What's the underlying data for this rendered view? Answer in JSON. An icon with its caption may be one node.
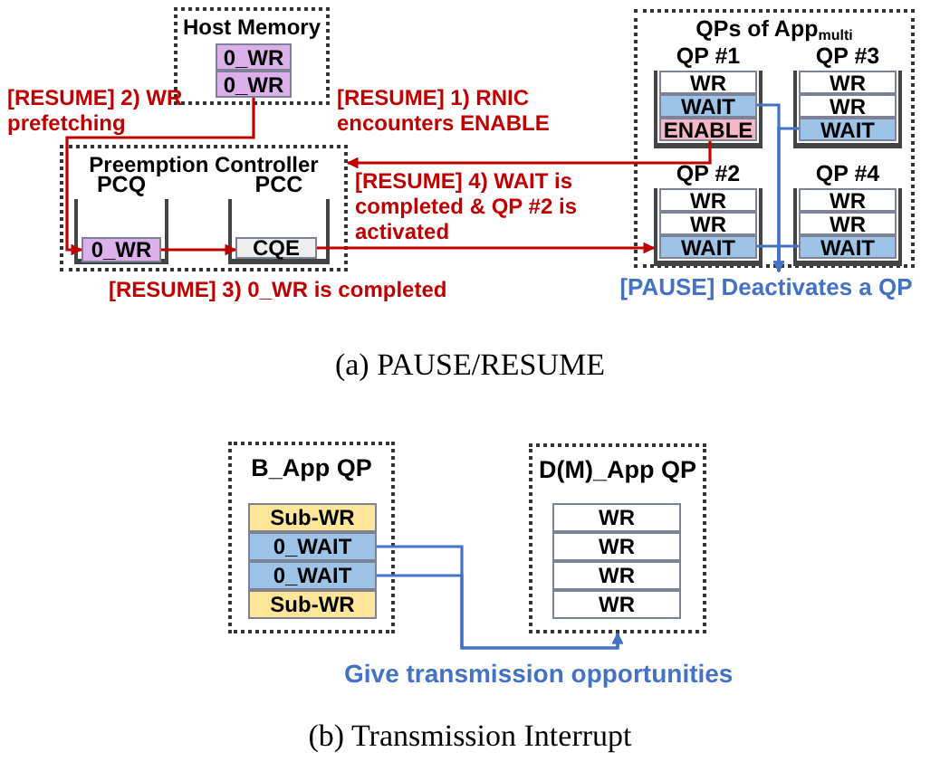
{
  "diagram": {
    "nodes": [
      {
        "text": [
          "Host Memory"
        ]
      },
      {
        "text": [
          "0_WR"
        ],
        "in": 0
      },
      {
        "text": [
          "0_WR"
        ],
        "in": 0
      },
      {
        "text": [
          "Preemption Controller"
        ]
      },
      {
        "text": [
          "PCQ"
        ],
        "in": 3
      },
      {
        "text": [
          "0_WR"
        ],
        "in": 4
      },
      {
        "text": [
          "PCC"
        ],
        "in": 3
      },
      {
        "text": [
          "CQE"
        ],
        "in": 6
      },
      {
        "text": [
          "QPs of App$_{multi}$"
        ]
      },
      {
        "text": [
          "QP #1"
        ],
        "in": 8
      },
      {
        "text": [
          "WR"
        ],
        "in": 9
      },
      {
        "text": [
          "WAIT"
        ],
        "in": 9
      },
      {
        "text": [
          "ENABLE"
        ],
        "in": 9
      },
      {
        "text": [
          "QP #3"
        ],
        "in": 8
      },
      {
        "text": [
          "WR"
        ],
        "in": 13
      },
      {
        "text": [
          "WR"
        ],
        "in": 13
      },
      {
        "text": [
          "WAIT"
        ],
        "in": 13
      },
      {
        "text": [
          "QP #2"
        ],
        "in": 8
      },
      {
        "text": [
          "WR"
        ],
        "in": 17
      },
      {
        "text": [
          "WR"
        ],
        "in": 17
      },
      {
        "text": [
          "WAIT"
        ],
        "in": 17
      },
      {
        "text": [
          "QP #4"
        ],
        "in": 8
      },
      {
        "text": [
          "WR"
        ],
        "in": 21
      },
      {
        "text": [
          "WR"
        ],
        "in": 21
      },
      {
        "text": [
          "WAIT"
        ],
        "in": 21
      },
      {
        "text": [
          "[PAUSE] Deactivates a QP"
        ]
      },
      {
        "text": [
          "B_App QP"
        ]
      },
      {
        "text": [
          "Sub-WR"
        ],
        "in": 26
      },
      {
        "text": [
          "0_WAIT"
        ],
        "in": 26
      },
      {
        "text": [
          "0_WAIT"
        ],
        "in": 26
      },
      {
        "text": [
          "Sub-WR"
        ],
        "in": 26
      },
      {
        "text": [
          "D(M)_App QP"
        ]
      },
      {
        "text": [
          "WR"
        ],
        "in": 31
      },
      {
        "text": [
          "WR"
        ],
        "in": 31
      },
      {
        "text": [
          "WR"
        ],
        "in": 31
      },
      {
        "text": [
          "WR"
        ],
        "in": 31
      }
    ],
    "edges": [
      {
        "from": 12,
        "to": 3,
        "arrow": "to",
        "label": "[RESUME] 1) RNIC encounters ENABLE",
        "color": "#c00000"
      },
      {
        "from": 2,
        "to": 5,
        "arrow": "to",
        "label": "[RESUME] 2) WR prefetching",
        "color": "#c00000"
      },
      {
        "from": 5,
        "to": 7,
        "arrow": "to",
        "label": "[RESUME] 3) 0_WR is completed",
        "color": "#c00000"
      },
      {
        "from": 7,
        "to": 17,
        "arrow": "to",
        "label": "[RESUME] 4) WAIT is completed & QP #2 is activated",
        "color": "#c00000"
      },
      {
        "from": 11,
        "to": 25,
        "arrow": "to"
      },
      {
        "from": 16,
        "to": 25,
        "arrow": "to"
      },
      {
        "from": 20,
        "to": 25,
        "arrow": "to"
      },
      {
        "from": 24,
        "to": 25,
        "arrow": "to"
      },
      {
        "from": 28,
        "to": 31,
        "arrow": "to"
      },
      {
        "from": 29,
        "to": 31,
        "arrow": "to"
      }
    ],
    "labels": [
      "(a) PAUSE/RESUME",
      "Give transmission opportunities",
      "(b) Transmission Interrupt"
    ]
  }
}
